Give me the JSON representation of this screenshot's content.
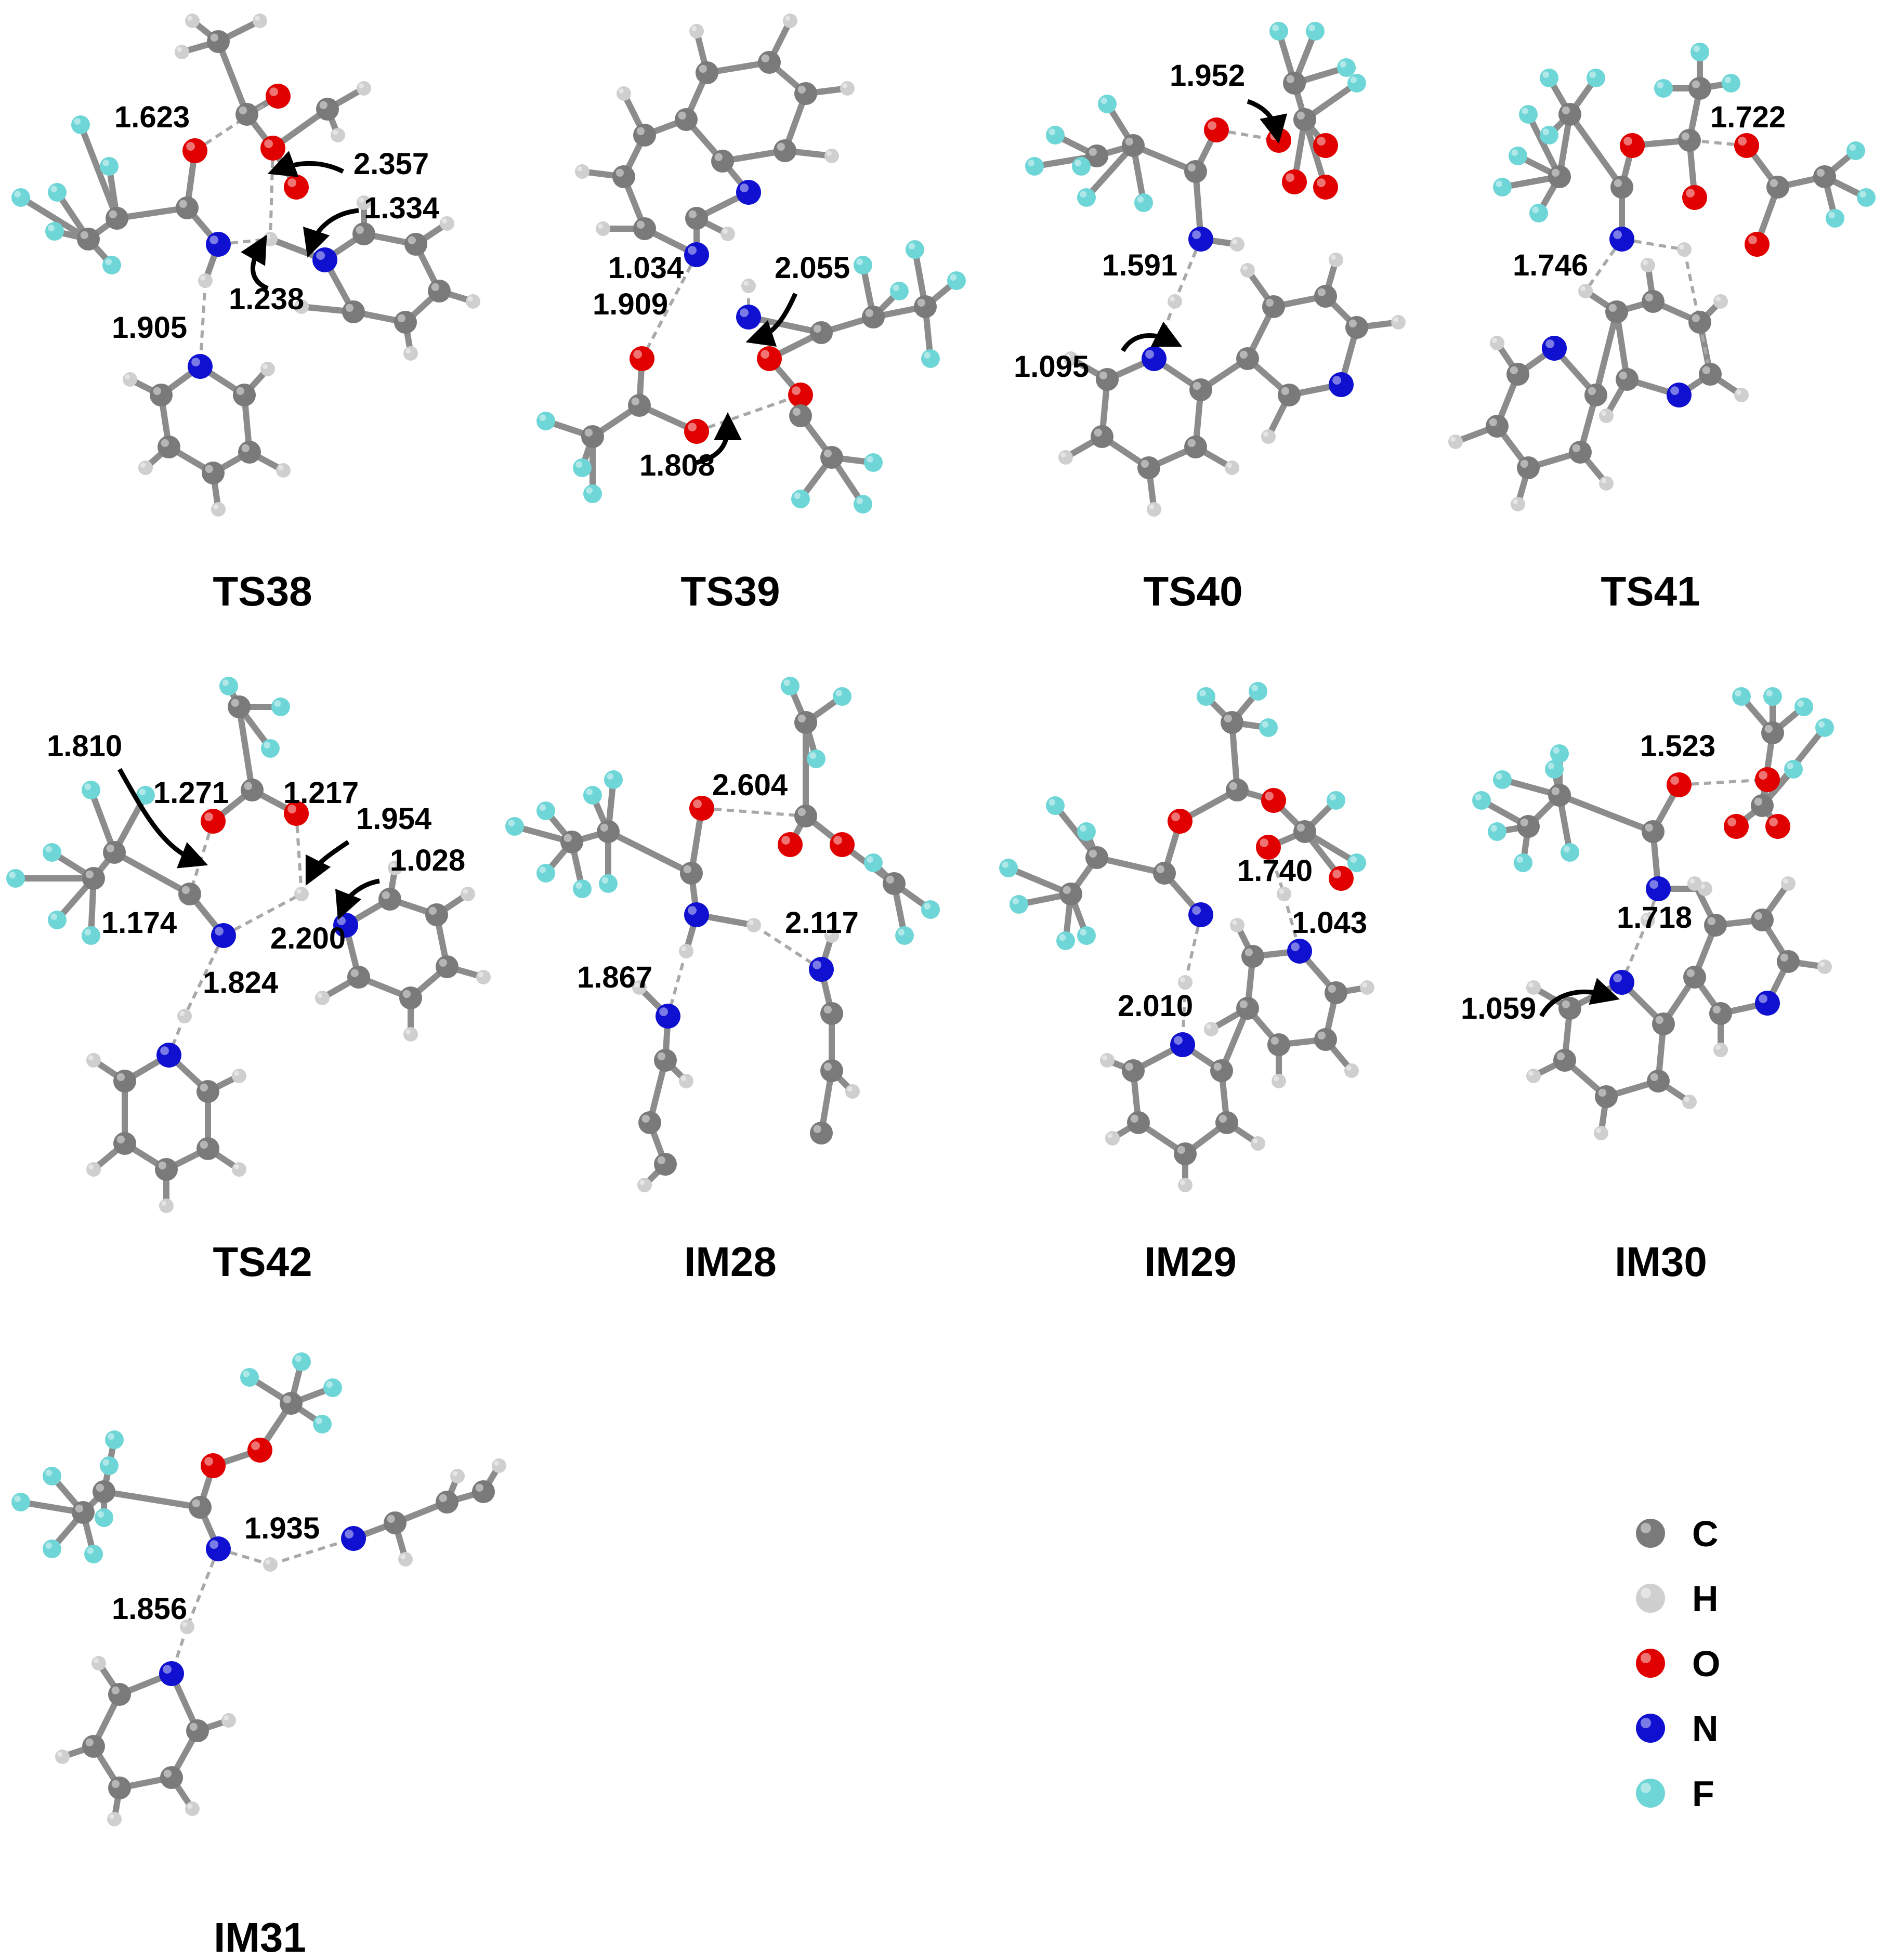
{
  "colors": {
    "C": "#7a7a7a",
    "H": "#cfcfcf",
    "O": "#e00000",
    "N": "#1010d0",
    "F": "#6fd6d8"
  },
  "legend": [
    {
      "symbol": "C",
      "label": "C"
    },
    {
      "symbol": "H",
      "label": "H"
    },
    {
      "symbol": "O",
      "label": "O"
    },
    {
      "symbol": "N",
      "label": "N"
    },
    {
      "symbol": "F",
      "label": "F"
    }
  ],
  "structures": [
    {
      "id": "TS38",
      "label": "TS38",
      "distances": [
        "1.623",
        "2.357",
        "1.334",
        "1.238",
        "1.905"
      ]
    },
    {
      "id": "TS39",
      "label": "TS39",
      "distances": [
        "1.034",
        "2.055",
        "1.909",
        "1.808"
      ]
    },
    {
      "id": "TS40",
      "label": "TS40",
      "distances": [
        "1.952",
        "1.591",
        "1.095"
      ]
    },
    {
      "id": "TS41",
      "label": "TS41",
      "distances": [
        "1.722",
        "1.746"
      ]
    },
    {
      "id": "TS42",
      "label": "TS42",
      "distances": [
        "1.810",
        "1.271",
        "1.217",
        "1.954",
        "1.028",
        "1.174",
        "2.200",
        "1.824"
      ]
    },
    {
      "id": "IM28",
      "label": "IM28",
      "distances": [
        "2.604",
        "2.117",
        "1.867"
      ]
    },
    {
      "id": "IM29",
      "label": "IM29",
      "distances": [
        "1.740",
        "1.043",
        "2.010"
      ]
    },
    {
      "id": "IM30",
      "label": "IM30",
      "distances": [
        "1.523",
        "1.718",
        "1.059"
      ]
    },
    {
      "id": "IM31",
      "label": "IM31",
      "distances": [
        "1.935",
        "1.856"
      ]
    }
  ]
}
